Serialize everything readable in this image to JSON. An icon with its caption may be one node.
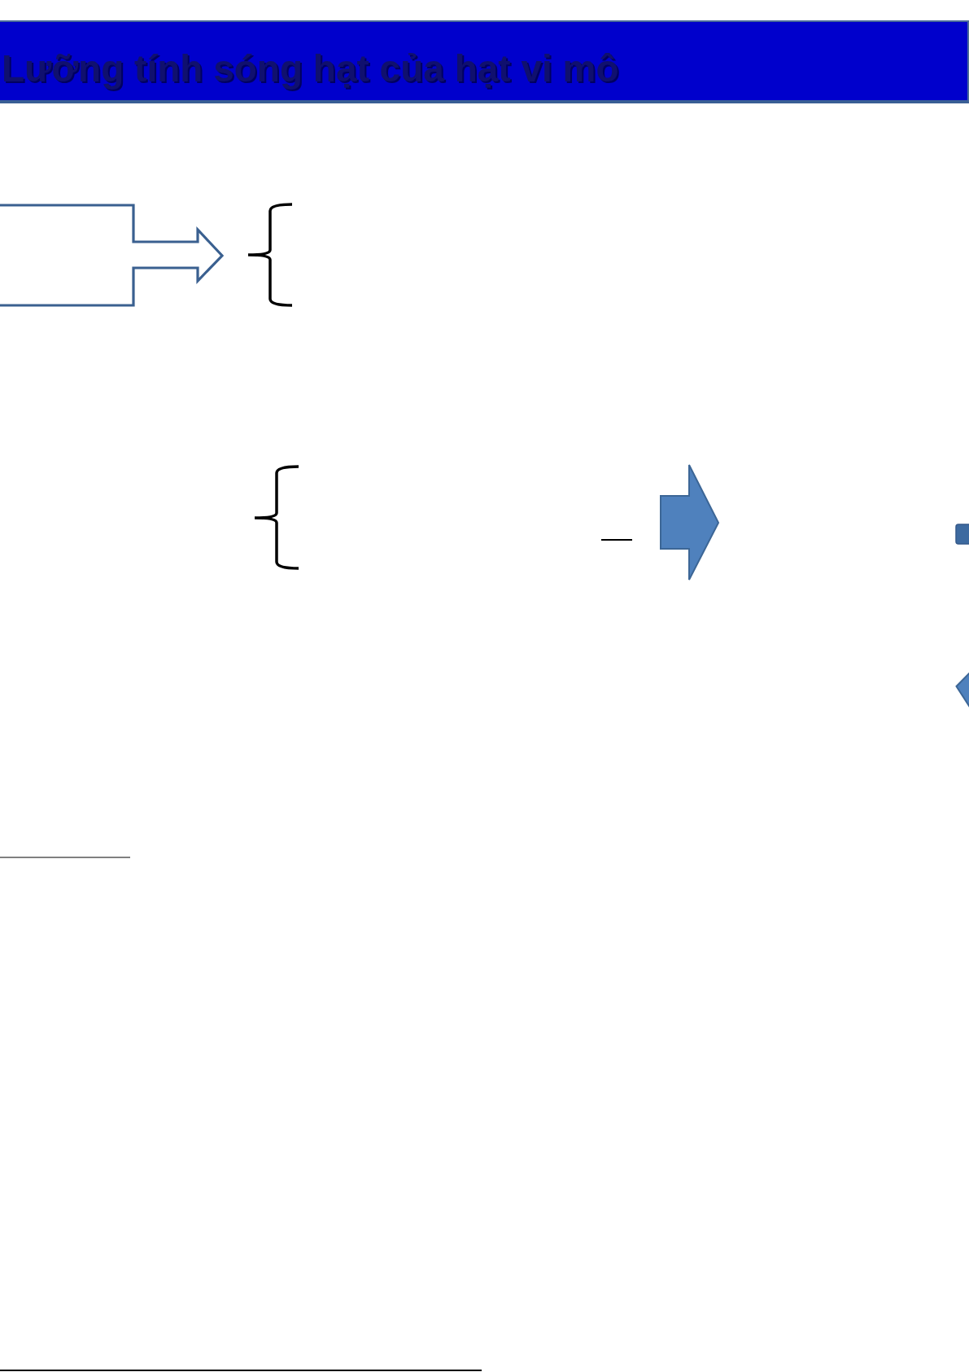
{
  "diagram": {
    "title": "Lưỡng tính sóng hạt của hạt vi mô",
    "nodes": [
      {
        "text": [],
        "shape": "callout"
      },
      {
        "text": [],
        "shape": "arrow"
      },
      {
        "text": [],
        "shape": "box"
      },
      {
        "text": [],
        "shape": "arrow"
      }
    ]
  }
}
